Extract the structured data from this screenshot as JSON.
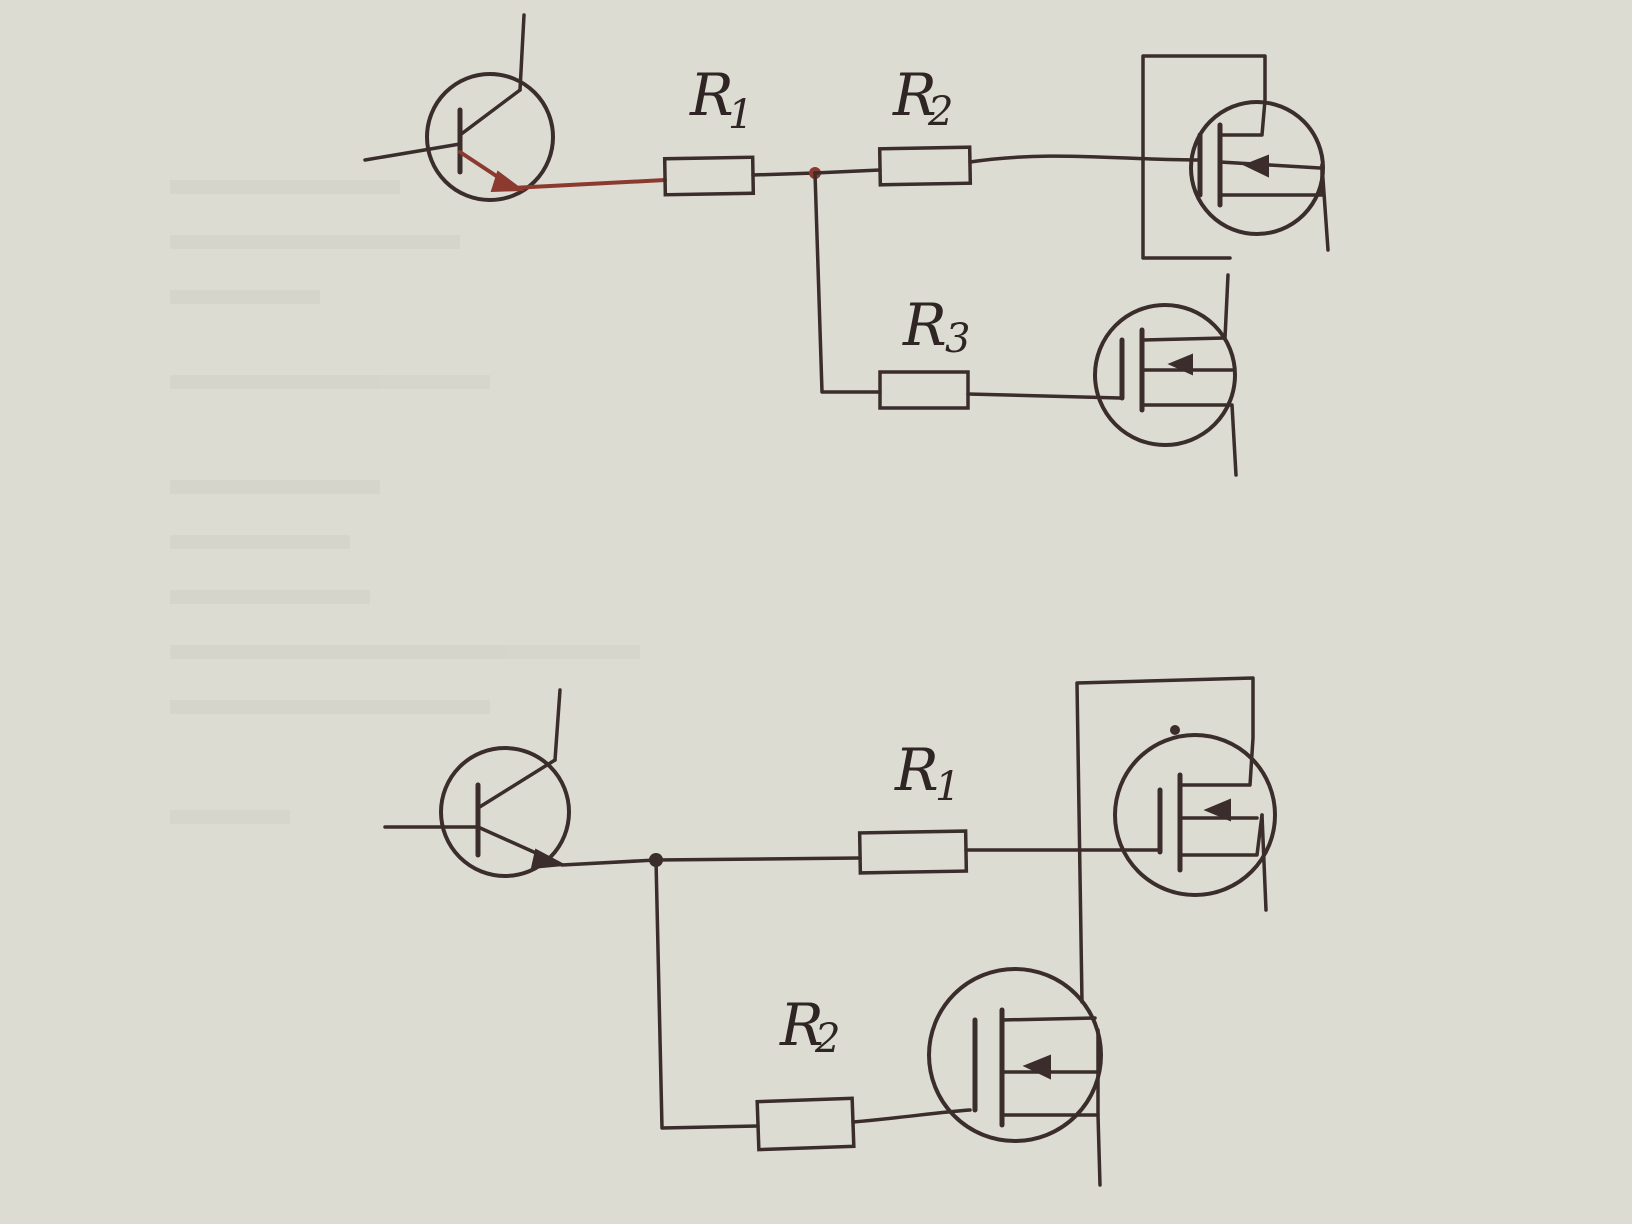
{
  "diagram_top": {
    "labels": {
      "r1": "R",
      "r1_sub": "1",
      "r2": "R",
      "r2_sub": "2",
      "r3": "R",
      "r3_sub": "3"
    }
  },
  "diagram_bottom": {
    "labels": {
      "r1": "R",
      "r1_sub": "1",
      "r2": "R",
      "r2_sub": "2"
    }
  },
  "colors": {
    "ink": "#3a2d2b",
    "red_ink": "#8c3a2f",
    "paper": "#dcdcd3"
  }
}
